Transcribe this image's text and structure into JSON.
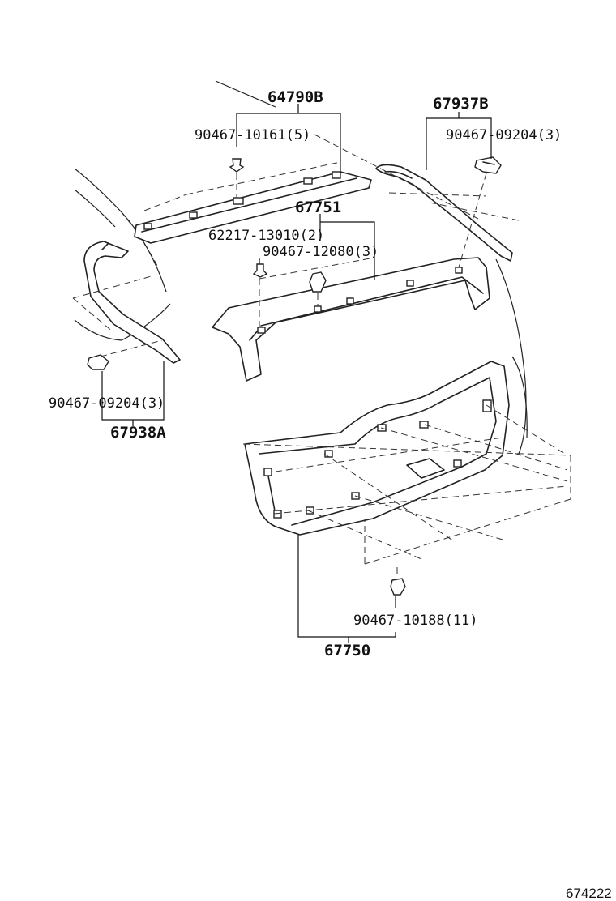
{
  "labels": {
    "p64790B": "64790B",
    "p90467_10161": "90467-10161(5)",
    "p67937B": "67937B",
    "p90467_09204_right": "90467-09204(3)",
    "p67751": "67751",
    "p62217_13010": "62217-13010(2)",
    "p90467_12080": "90467-12080(3)",
    "p90467_09204_left": "90467-09204(3)",
    "p67938A": "67938A",
    "p90467_10188": "90467-10188(11)",
    "p67750": "67750"
  },
  "reference": "674222"
}
